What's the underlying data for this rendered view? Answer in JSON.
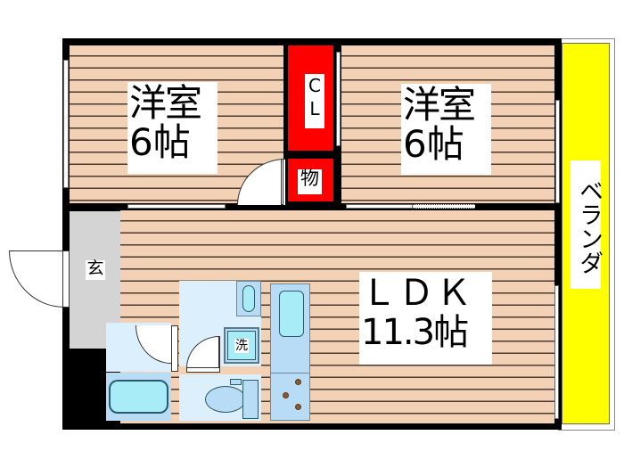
{
  "floorplan": {
    "rooms": {
      "western_room_left": {
        "name": "洋室",
        "size": "6帖"
      },
      "western_room_right": {
        "name": "洋室",
        "size": "6帖"
      },
      "closet": {
        "label_line1": "C",
        "label_line2": "L"
      },
      "storage": {
        "label": "物"
      },
      "ldk": {
        "name": "ＬＤＫ",
        "size": "11.3帖"
      },
      "entrance": {
        "label": "玄"
      },
      "washing_machine": {
        "label": "洗"
      },
      "balcony": {
        "label": "ベランダ"
      }
    },
    "colors": {
      "floor": "#f2d1b5",
      "closet": "#ff0000",
      "balcony": "#ffff00",
      "entrance": "#d4d4d4",
      "wet_area": "#dceffd",
      "fixtures": "#a8ecf8"
    }
  }
}
